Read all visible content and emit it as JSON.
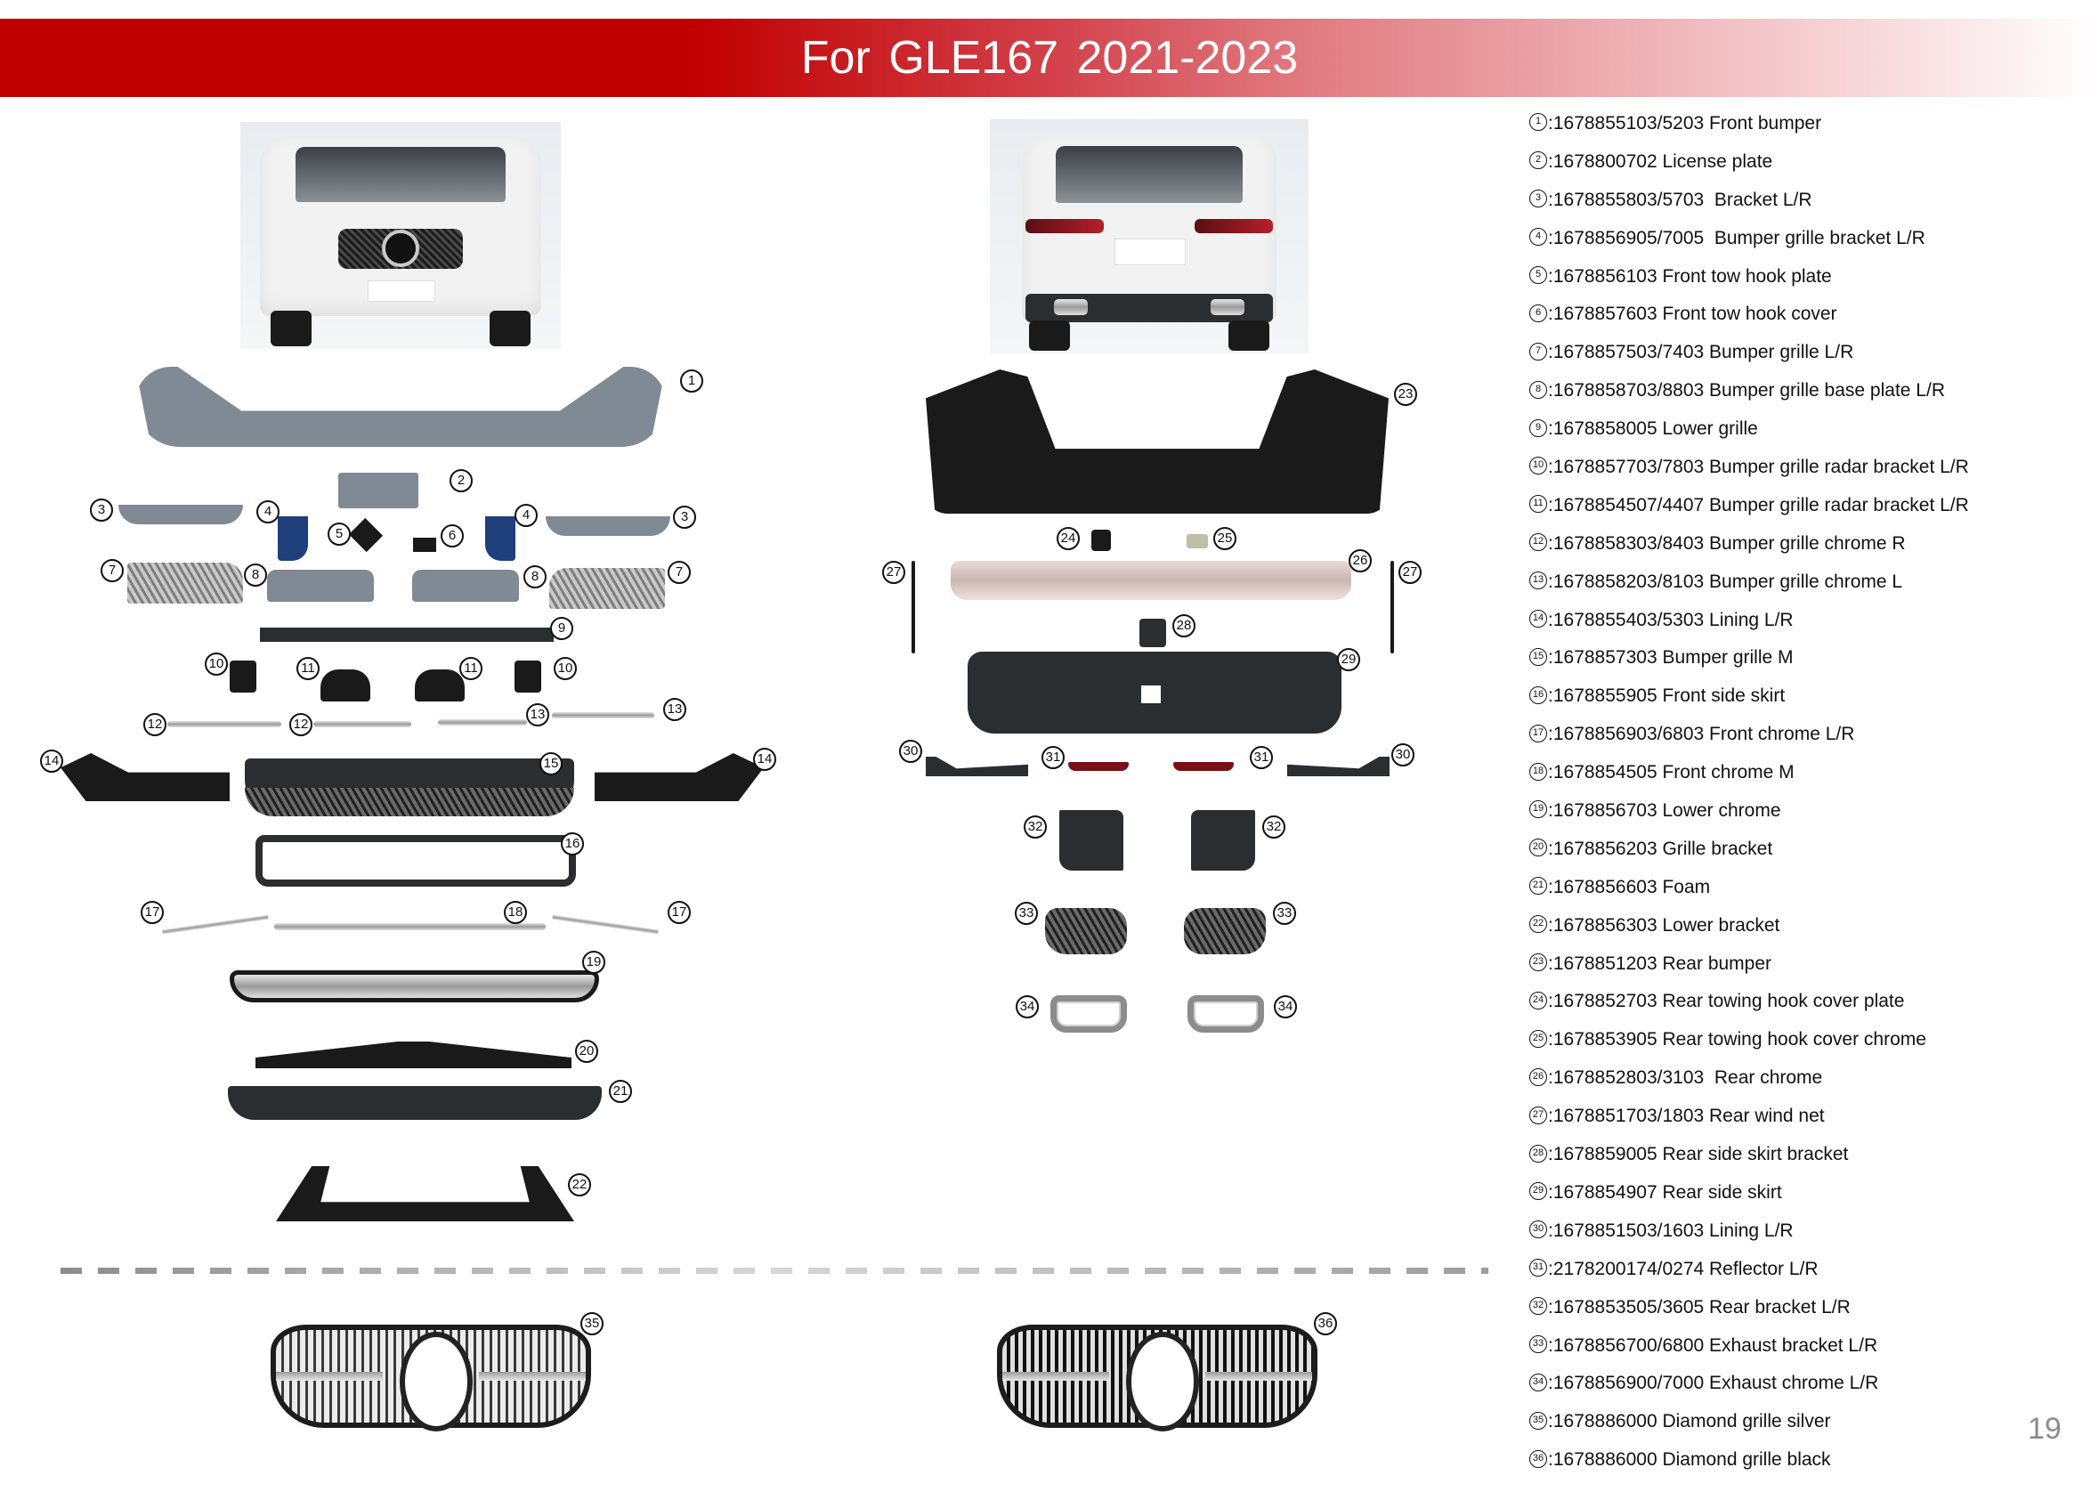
{
  "header": {
    "title": "For GLE167  2021-2023",
    "band_color": "#c00000"
  },
  "page_number": "19",
  "photos": {
    "front": "front-view-white-gle-suv",
    "rear": "rear-view-white-gle-suv"
  },
  "callouts": {
    "c1": "1",
    "c2": "2",
    "c3": "3",
    "c4": "4",
    "c5": "5",
    "c6": "6",
    "c7": "7",
    "c8": "8",
    "c9": "9",
    "c10": "10",
    "c11": "11",
    "c12": "12",
    "c13": "13",
    "c14": "14",
    "c15": "15",
    "c16": "16",
    "c17": "17",
    "c18": "18",
    "c19": "19",
    "c20": "20",
    "c21": "21",
    "c22": "22",
    "c23": "23",
    "c24": "24",
    "c25": "25",
    "c26": "26",
    "c27": "27",
    "c28": "28",
    "c29": "29",
    "c30": "30",
    "c31": "31",
    "c32": "32",
    "c33": "33",
    "c34": "34",
    "c35": "35",
    "c36": "36"
  },
  "parts": [
    {
      "no": "1",
      "text": ":1678855103/5203 Front bumper"
    },
    {
      "no": "2",
      "text": ":1678800702 License plate"
    },
    {
      "no": "3",
      "text": ":1678855803/5703  Bracket L/R"
    },
    {
      "no": "4",
      "text": ":1678856905/7005  Bumper grille bracket L/R"
    },
    {
      "no": "5",
      "text": ":1678856103 Front tow hook plate"
    },
    {
      "no": "6",
      "text": ":1678857603 Front tow hook cover"
    },
    {
      "no": "7",
      "text": ":1678857503/7403 Bumper grille L/R"
    },
    {
      "no": "8",
      "text": ":1678858703/8803 Bumper grille base plate L/R"
    },
    {
      "no": "9",
      "text": ":1678858005 Lower grille"
    },
    {
      "no": "10",
      "text": ":1678857703/7803 Bumper grille radar bracket L/R"
    },
    {
      "no": "11",
      "text": ":1678854507/4407 Bumper grille radar bracket L/R"
    },
    {
      "no": "12",
      "text": ":1678858303/8403 Bumper grille chrome R"
    },
    {
      "no": "13",
      "text": ":1678858203/8103 Bumper grille chrome L"
    },
    {
      "no": "14",
      "text": ":1678855403/5303 Lining L/R"
    },
    {
      "no": "15",
      "text": ":1678857303 Bumper grille M"
    },
    {
      "no": "16",
      "text": ":1678855905 Front side skirt"
    },
    {
      "no": "17",
      "text": ":1678856903/6803 Front chrome L/R"
    },
    {
      "no": "18",
      "text": ":1678854505 Front chrome M"
    },
    {
      "no": "19",
      "text": ":1678856703 Lower chrome"
    },
    {
      "no": "20",
      "text": ":1678856203 Grille bracket"
    },
    {
      "no": "21",
      "text": ":1678856603 Foam"
    },
    {
      "no": "22",
      "text": ":1678856303 Lower bracket"
    },
    {
      "no": "23",
      "text": ":1678851203 Rear bumper"
    },
    {
      "no": "24",
      "text": ":1678852703 Rear towing hook cover plate"
    },
    {
      "no": "25",
      "text": ":1678853905 Rear towing hook cover chrome"
    },
    {
      "no": "26",
      "text": ":1678852803/3103  Rear chrome"
    },
    {
      "no": "27",
      "text": ":1678851703/1803 Rear wind net"
    },
    {
      "no": "28",
      "text": ":1678859005 Rear side skirt bracket"
    },
    {
      "no": "29",
      "text": ":1678854907 Rear side skirt"
    },
    {
      "no": "30",
      "text": ":1678851503/1603 Lining L/R"
    },
    {
      "no": "31",
      "text": ":2178200174/0274 Reflector L/R"
    },
    {
      "no": "32",
      "text": ":1678853505/3605 Rear bracket L/R"
    },
    {
      "no": "33",
      "text": ":1678856700/6800 Exhaust bracket L/R"
    },
    {
      "no": "34",
      "text": ":1678856900/7000 Exhaust chrome L/R"
    },
    {
      "no": "35",
      "text": ":1678886000 Diamond grille silver"
    },
    {
      "no": "36",
      "text": ":1678886000 Diamond grille black"
    }
  ]
}
